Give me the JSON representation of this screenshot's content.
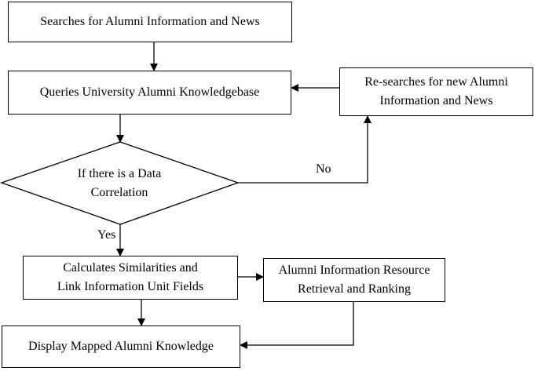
{
  "flowchart": {
    "nodes": {
      "search": {
        "text": "Searches for Alumni Information and News"
      },
      "query": {
        "text": "Queries University Alumni Knowledgebase"
      },
      "research": {
        "text": "Re-searches for new Alumni\nInformation and News"
      },
      "decision": {
        "text": "If there is a Data\nCorrelation"
      },
      "calculate": {
        "text": "Calculates Similarities and\nLink Information Unit Fields"
      },
      "retrieval": {
        "text": "Alumni Information Resource\nRetrieval and Ranking"
      },
      "display": {
        "text": "Display Mapped Alumni Knowledge"
      }
    },
    "edge_labels": {
      "no": "No",
      "yes": "Yes"
    }
  }
}
